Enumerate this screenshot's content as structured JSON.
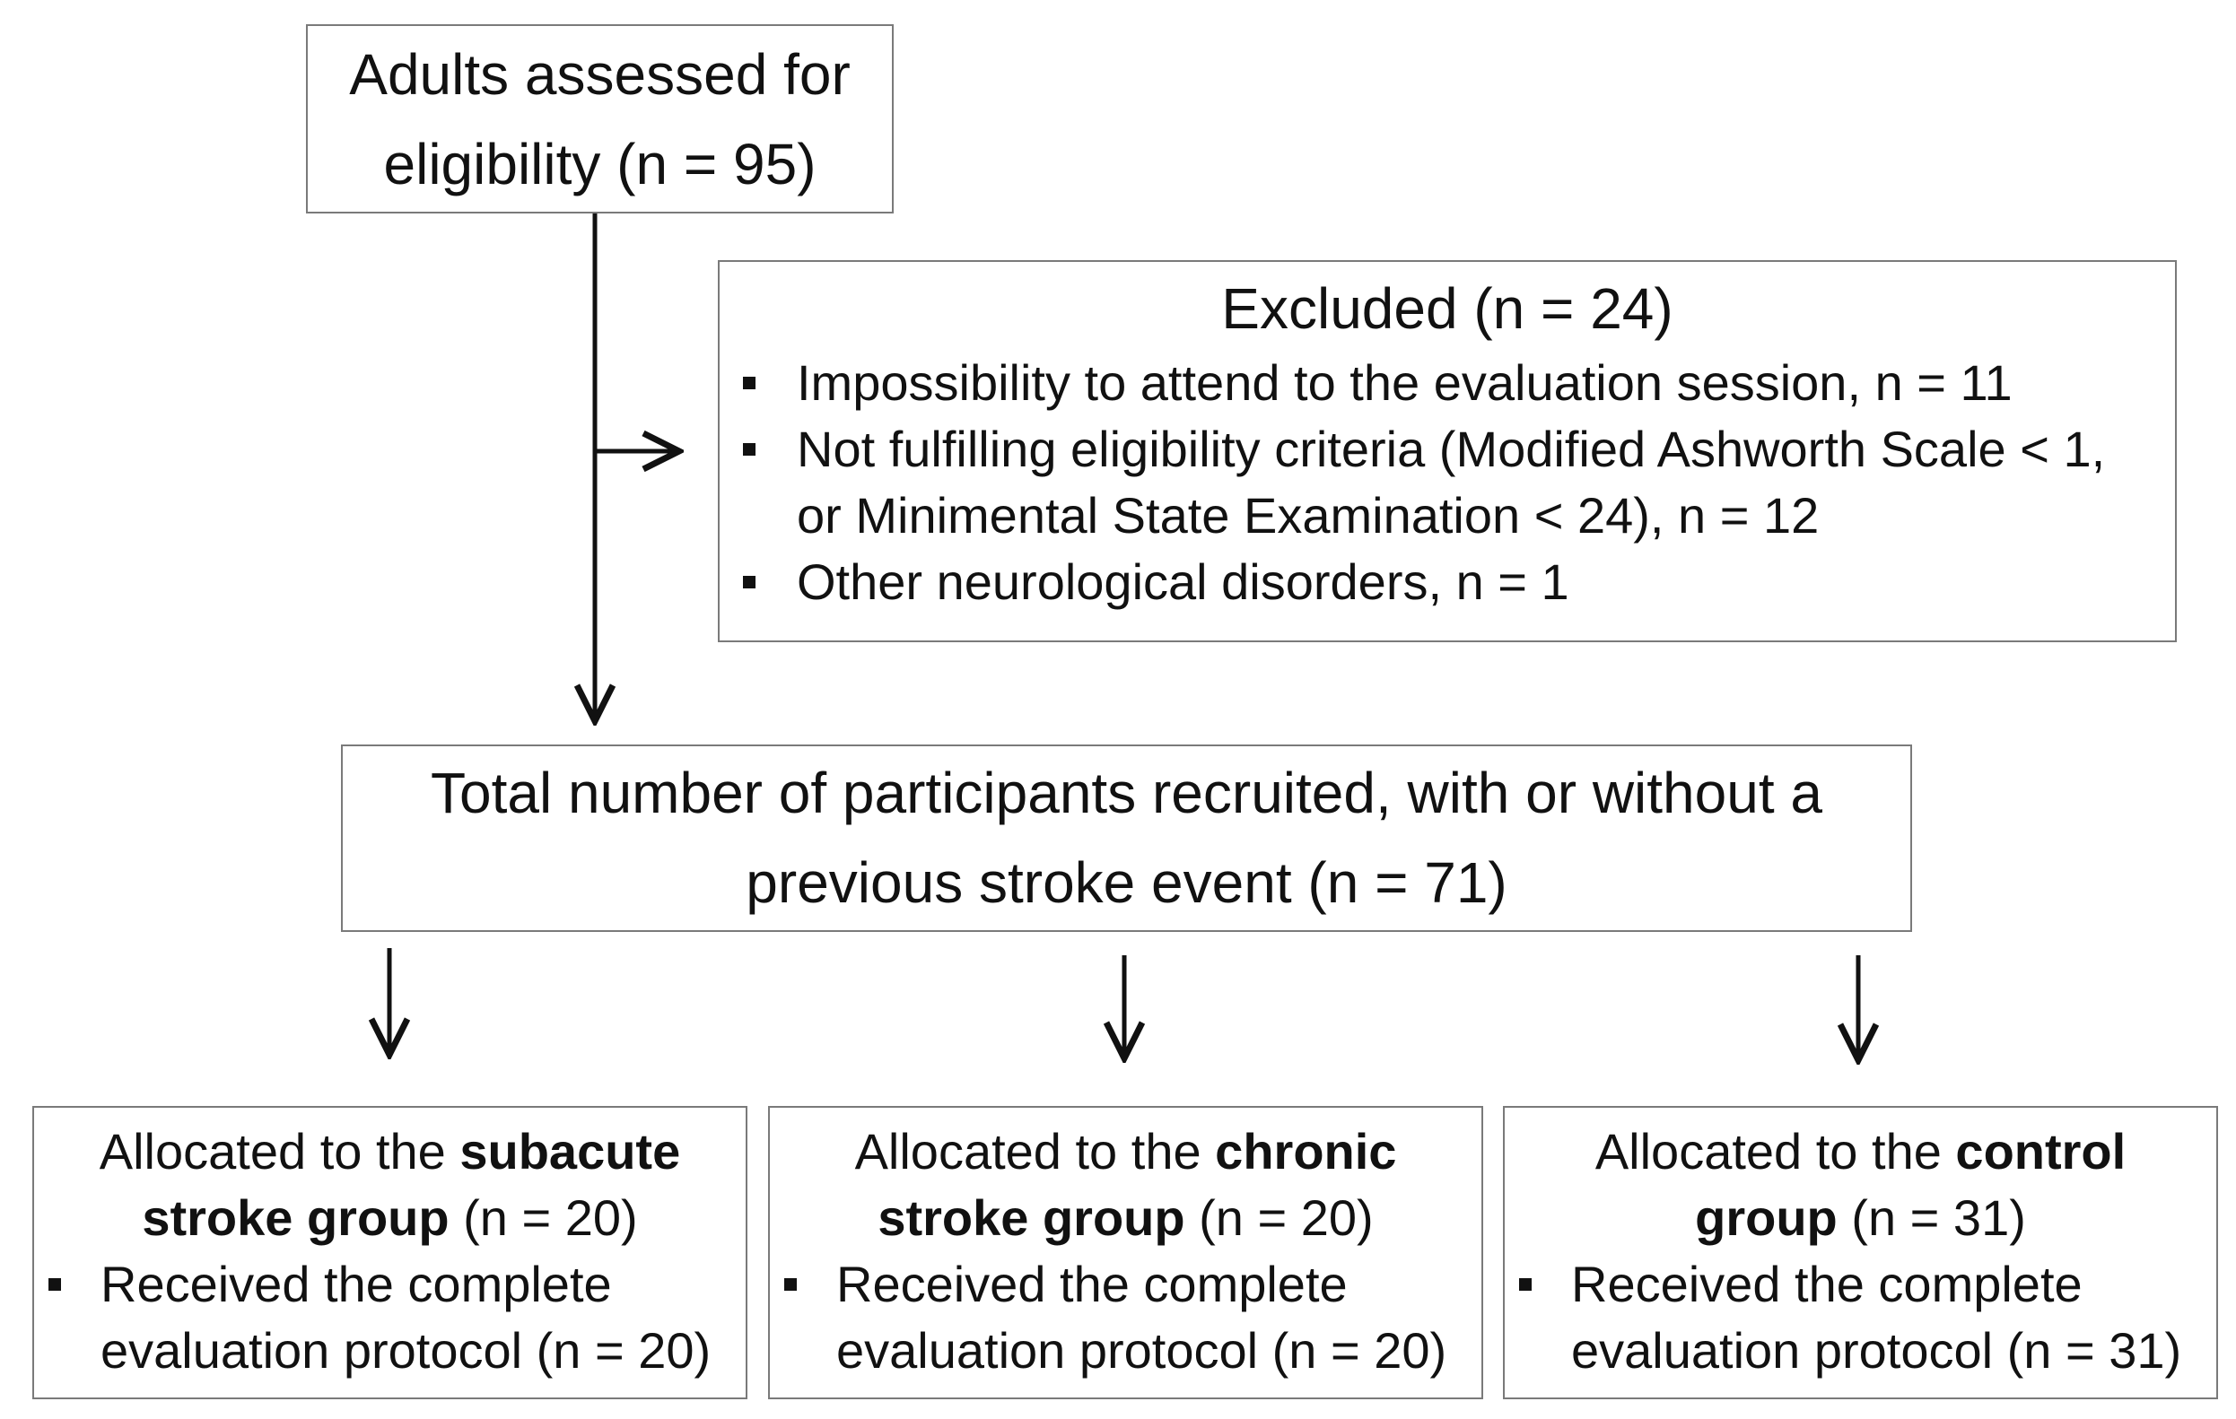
{
  "flow": {
    "assessed": {
      "line1": "Adults assessed for",
      "line2": "eligibility (n = 95)"
    },
    "excluded": {
      "title": "Excluded  (n = 24)",
      "reasons": [
        {
          "line1": "Impossibility to attend to the evaluation session, n = 11"
        },
        {
          "line1": "Not fulfilling eligibility criteria (Modified Ashworth Scale < 1,",
          "line2": "or Minimental State Examination < 24), n = 12"
        },
        {
          "line1": "Other neurological disorders, n = 1"
        }
      ]
    },
    "total": {
      "line1": "Total number of participants recruited, with or without a",
      "line2": "previous stroke event (n = 71)"
    },
    "groups": [
      {
        "pre": "Allocated to the ",
        "bold1": "subacute",
        "bold2": "stroke group",
        "post": " (n = 20)",
        "item1": "Received the complete",
        "item2": "evaluation protocol (n = 20)"
      },
      {
        "pre": "Allocated to the ",
        "bold1": "chronic",
        "bold2": "stroke group",
        "post": " (n = 20)",
        "item1": "Received the complete",
        "item2": "evaluation protocol (n = 20)"
      },
      {
        "pre": "Allocated to the ",
        "bold1": "control",
        "bold2": "group",
        "post": " (n = 31)",
        "item1": "Received the complete",
        "item2": "evaluation protocol (n = 31)"
      }
    ]
  }
}
